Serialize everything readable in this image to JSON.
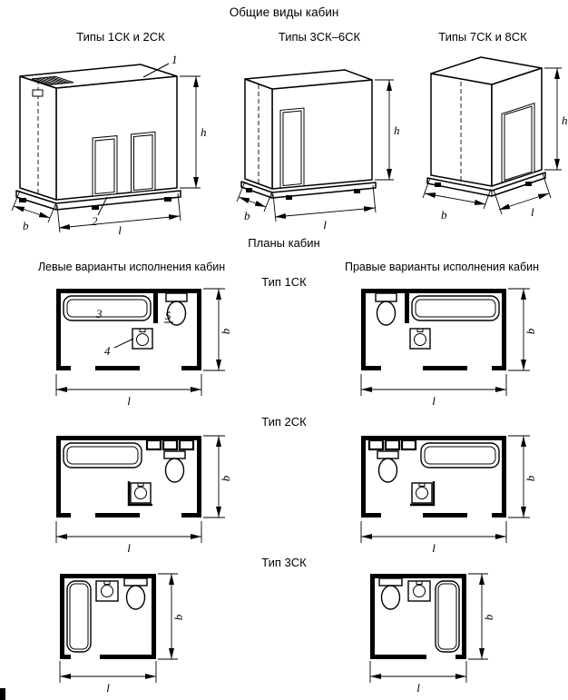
{
  "page": {
    "title": "Общие виды кабин",
    "plans_title": "Планы кабин"
  },
  "general_views": [
    {
      "label": "Типы 1СК и 2СК"
    },
    {
      "label": "Типы 3СК–6СК"
    },
    {
      "label": "Типы 7СК и 8СК"
    }
  ],
  "variant_headers": {
    "left": "Левые варианты исполнения кабин",
    "right": "Правые варианты исполнения кабин"
  },
  "plan_types": [
    {
      "label": "Тип 1СК"
    },
    {
      "label": "Тип 2СК"
    },
    {
      "label": "Тип 3СК"
    }
  ],
  "callouts": {
    "c1": "1",
    "c2": "2",
    "c3": "3",
    "c4": "4",
    "c5": "5"
  },
  "dims": {
    "h": "h",
    "b": "b",
    "l": "l"
  },
  "colors": {
    "ink": "#000000",
    "paper": "#ffffff"
  }
}
